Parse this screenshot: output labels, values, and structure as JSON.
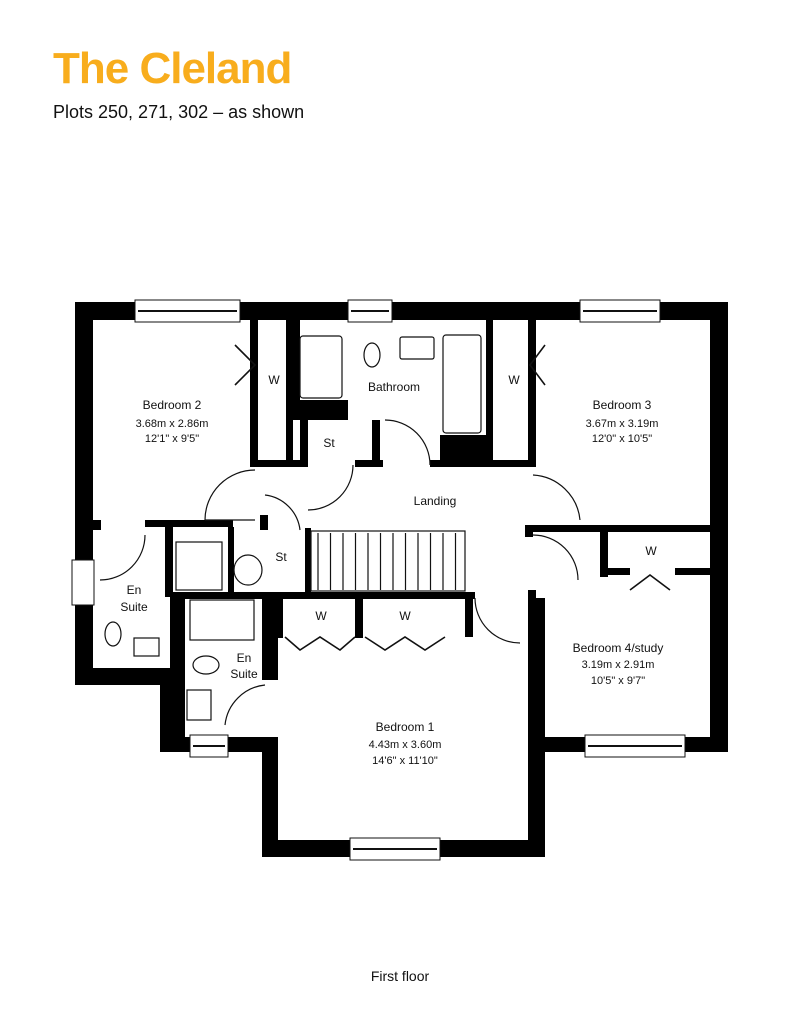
{
  "header": {
    "title": "The Cleland",
    "subtitle": "Plots 250, 271, 302 – as shown"
  },
  "colors": {
    "accent": "#F8AD1D",
    "walls": "#000000"
  },
  "rooms": {
    "bedroom2": {
      "name": "Bedroom 2",
      "metric": "3.68m x 2.86m",
      "imperial": "12'1\" x 9'5\""
    },
    "bedroom3": {
      "name": "Bedroom 3",
      "metric": "3.67m x 3.19m",
      "imperial": "12'0\" x 10'5\""
    },
    "bedroom1": {
      "name": "Bedroom 1",
      "metric": "4.43m x 3.60m",
      "imperial": "14'6\" x 11'10\""
    },
    "bedroom4": {
      "name": "Bedroom 4/study",
      "metric": "3.19m x 2.91m",
      "imperial": "10'5\" x 9'7\""
    },
    "bathroom": {
      "name": "Bathroom"
    },
    "landing": {
      "name": "Landing"
    },
    "ensuite_left": {
      "line1": "En",
      "line2": "Suite"
    },
    "ensuite_bed1": {
      "line1": "En",
      "line2": "Suite"
    },
    "storage": [
      "St",
      "St"
    ],
    "wardrobes": [
      "W",
      "W",
      "W",
      "W",
      "W"
    ]
  },
  "footer": {
    "floor_label": "First floor"
  }
}
